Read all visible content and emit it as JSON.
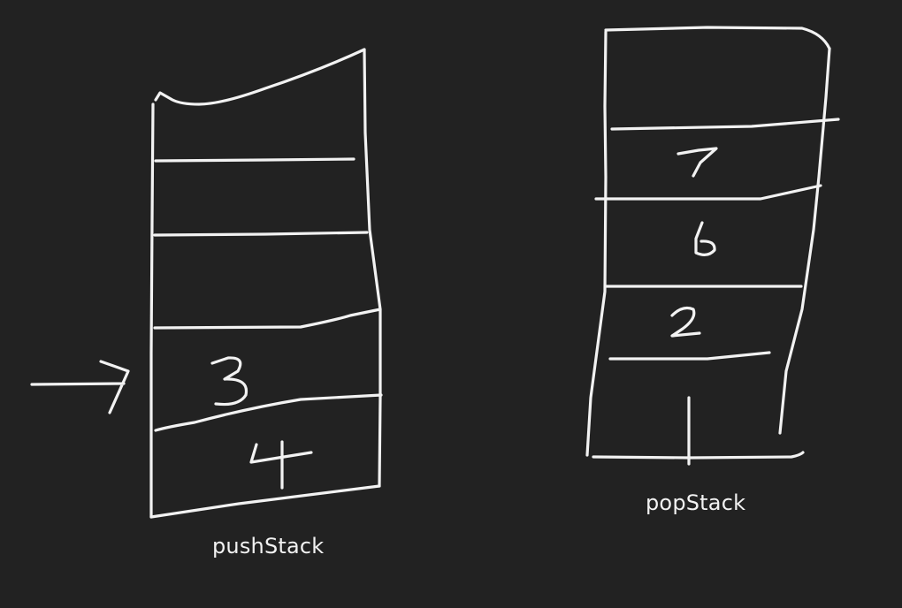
{
  "labels": {
    "push_stack": "pushStack",
    "pop_stack": "popStack"
  },
  "push_stack": {
    "cells": [
      "",
      "",
      "",
      "3",
      "4"
    ],
    "pointer_cell": "3"
  },
  "pop_stack": {
    "cells": [
      "",
      "7",
      "6",
      "2",
      "",
      ""
    ]
  },
  "colors": {
    "background": "#222222",
    "ink": "#f2f2f2"
  }
}
